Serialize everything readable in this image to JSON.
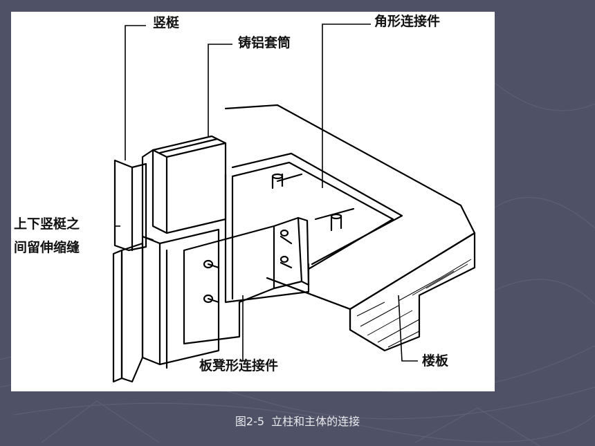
{
  "slide": {
    "background_color": "#4f5266",
    "accent_line_color": "#5d6075"
  },
  "figure": {
    "labels": {
      "mullion": "竖梃",
      "cast_aluminum_sleeve": "铸铝套筒",
      "angle_connector": "角形连接件",
      "expansion_gap_line1": "上下竖梃之",
      "expansion_gap_line2": "间留伸缩缝",
      "bench_connector": "板凳形连接件",
      "floor_slab": "楼板"
    }
  },
  "caption": {
    "prefix": "图",
    "number": "2-5",
    "text": "立柱和主体的连接"
  }
}
